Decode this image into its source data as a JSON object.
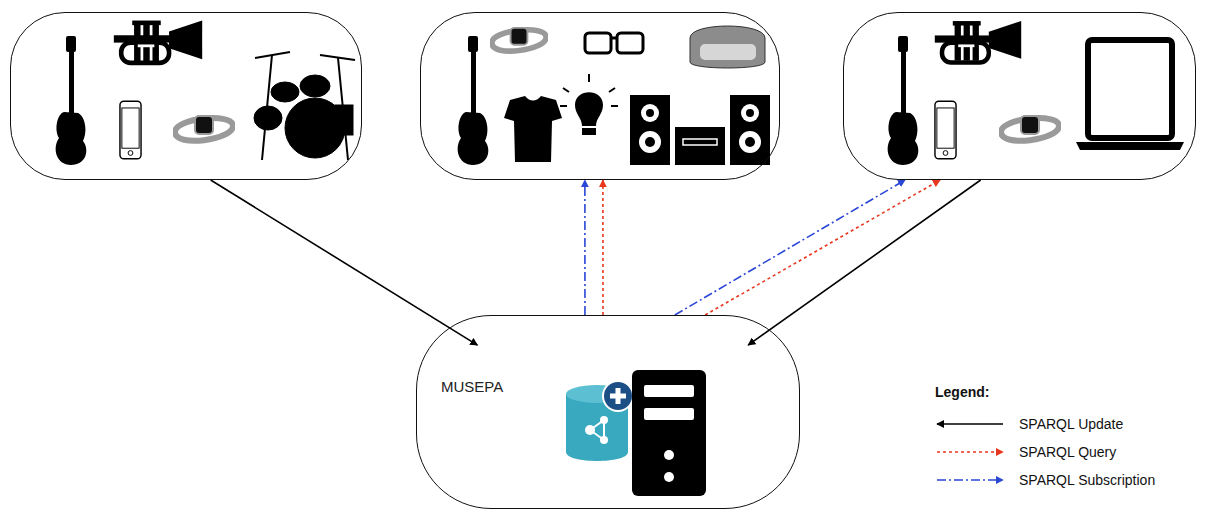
{
  "diagram": {
    "nodes": [
      {
        "text": []
      },
      {
        "text": []
      },
      {
        "text": []
      },
      {
        "text": [
          "MUSEPA"
        ]
      }
    ],
    "edges": [
      {
        "from": 0,
        "to": 3,
        "arrow": "to"
      },
      {
        "from": 3,
        "to": 1,
        "arrow": "to"
      },
      {
        "from": 3,
        "to": 1,
        "arrow": "to"
      },
      {
        "from": 3,
        "to": 2,
        "arrow": "to"
      },
      {
        "from": 3,
        "to": 2,
        "arrow": "to"
      },
      {
        "from": 2,
        "to": 3,
        "arrow": "to"
      }
    ],
    "labels": [
      "Legend:"
    ],
    "legend": [
      {
        "text": "SPARQL Update"
      },
      {
        "text": "SPARQL Query"
      },
      {
        "text": "SPARQL Subscription"
      }
    ]
  }
}
